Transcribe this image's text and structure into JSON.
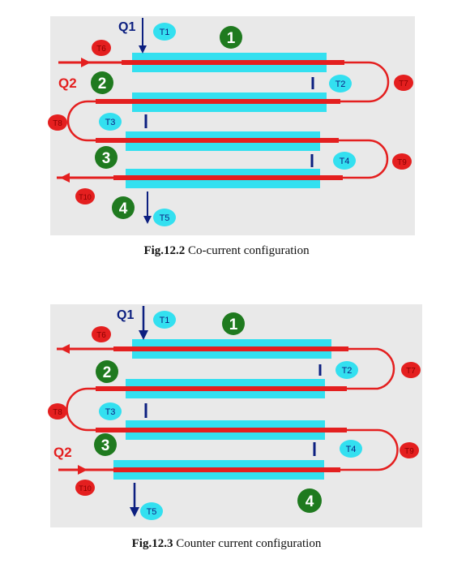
{
  "figures": [
    {
      "flow1_label": "Q1",
      "flow2_label": "Q2",
      "t1": "T1",
      "t2": "T2",
      "t3": "T3",
      "t4": "T4",
      "t5": "T5",
      "t6": "T6",
      "t7": "T7",
      "t8": "T8",
      "t9": "T9",
      "t10": "T10",
      "n1": "1",
      "n2": "2",
      "n3": "3",
      "n4": "4",
      "caption_bold": "Fig.12.2",
      "caption_text": " Co-current configuration"
    },
    {
      "flow1_label": "Q1",
      "flow2_label": "Q2",
      "t1": "T1",
      "t2": "T2",
      "t3": "T3",
      "t4": "T4",
      "t5": "T5",
      "t6": "T6",
      "t7": "T7",
      "t8": "T8",
      "t9": "T9",
      "t10": "T10",
      "n1": "1",
      "n2": "2",
      "n3": "3",
      "n4": "4",
      "caption_bold": "Fig.12.3",
      "caption_text": " Counter current configuration"
    }
  ],
  "colors": {
    "shell": "#33e0f0",
    "tube": "#e41f1f",
    "arrow_dark": "#0c1f80",
    "badge_red": "#e41f1f",
    "badge_green": "#1f7a1f",
    "badge_cyan": "#33e0f0",
    "panel": "#e9e9e9"
  }
}
